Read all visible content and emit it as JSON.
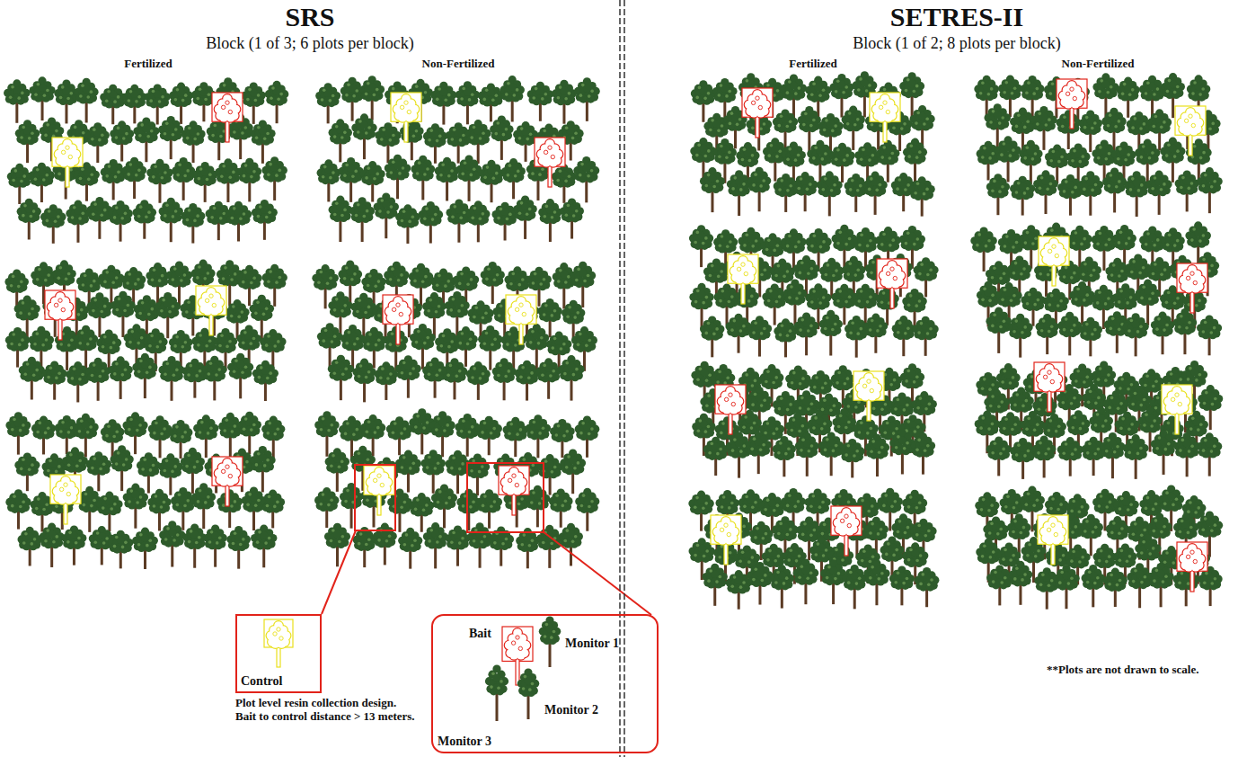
{
  "diagram": {
    "nodes": [
      {
        "text": [
          "Control"
        ]
      },
      {
        "text": [
          "Bait",
          "Monitor 1",
          "Monitor 2",
          "Monitor 3"
        ]
      }
    ],
    "labels": [
      "SRS",
      "Block (1 of 3; 6 plots per block)",
      "Fertilized",
      "Non-Fertilized",
      "SETRES-II",
      "Block (1 of 2; 8 plots per block)",
      "Fertilized",
      "Non-Fertilized",
      "Plot level resin collection design. Bait to control distance > 13 meters.",
      "**Plots are not drawn to scale."
    ]
  }
}
